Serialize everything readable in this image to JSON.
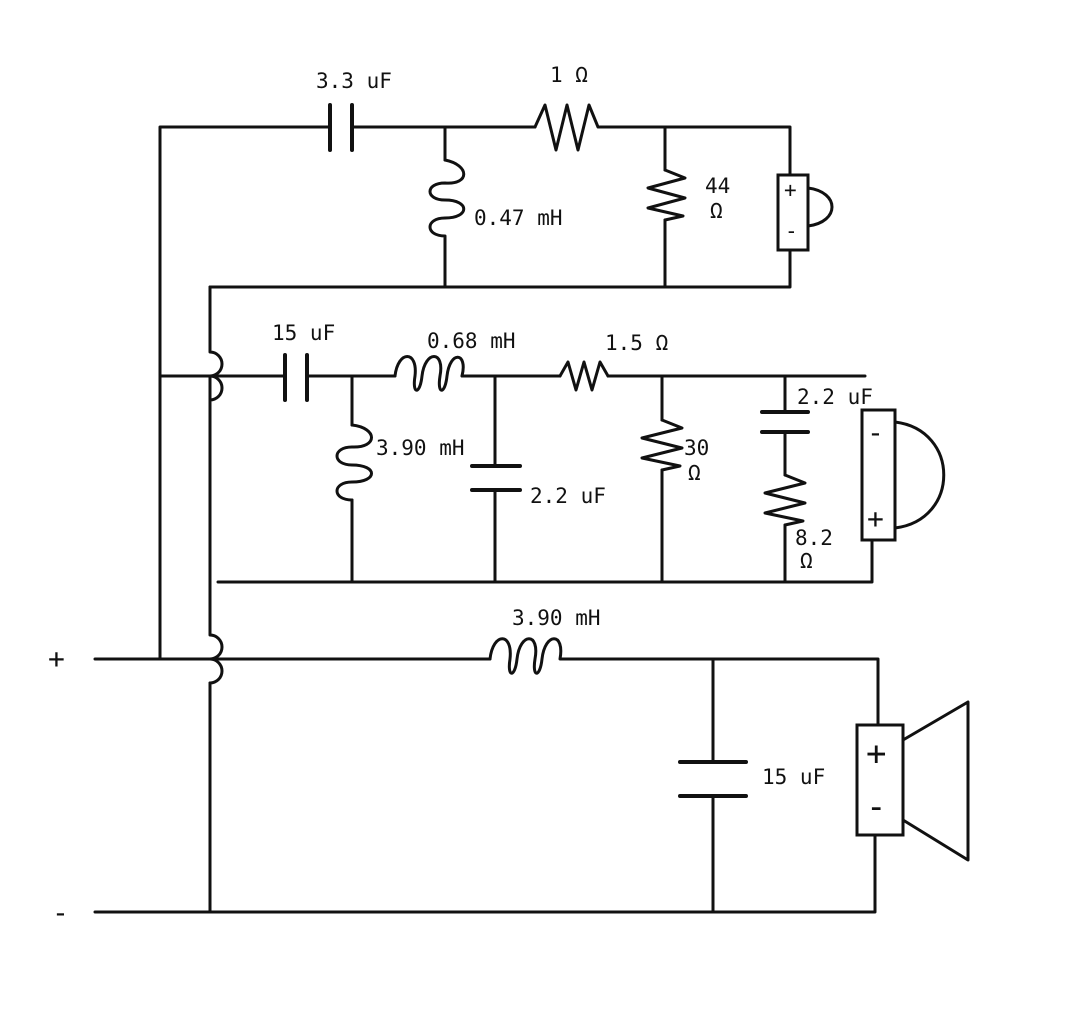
{
  "input": {
    "positive": "+",
    "negative": "-"
  },
  "tweeter": {
    "c1": "3.3 uF",
    "r1": "1 Ω",
    "l1": "0.47 mH",
    "r2_value": "44",
    "r2_unit": "Ω",
    "driver": {
      "plus": "+",
      "minus": "-"
    }
  },
  "midrange": {
    "c1": "15 uF",
    "l1": "0.68 mH",
    "r1": "1.5 Ω",
    "l2": "3.90 mH",
    "c2": "2.2 uF",
    "r2_value": "30",
    "r2_unit": "Ω",
    "c3": "2.2 uF",
    "r3_value": "8.2",
    "r3_unit": "Ω",
    "driver": {
      "plus": "+",
      "minus": "-"
    }
  },
  "woofer": {
    "l1": "3.90 mH",
    "c1": "15 uF",
    "driver": {
      "plus": "+",
      "minus": "-"
    }
  },
  "colors": {
    "ink": "#111111",
    "paper": "#ffffff"
  }
}
